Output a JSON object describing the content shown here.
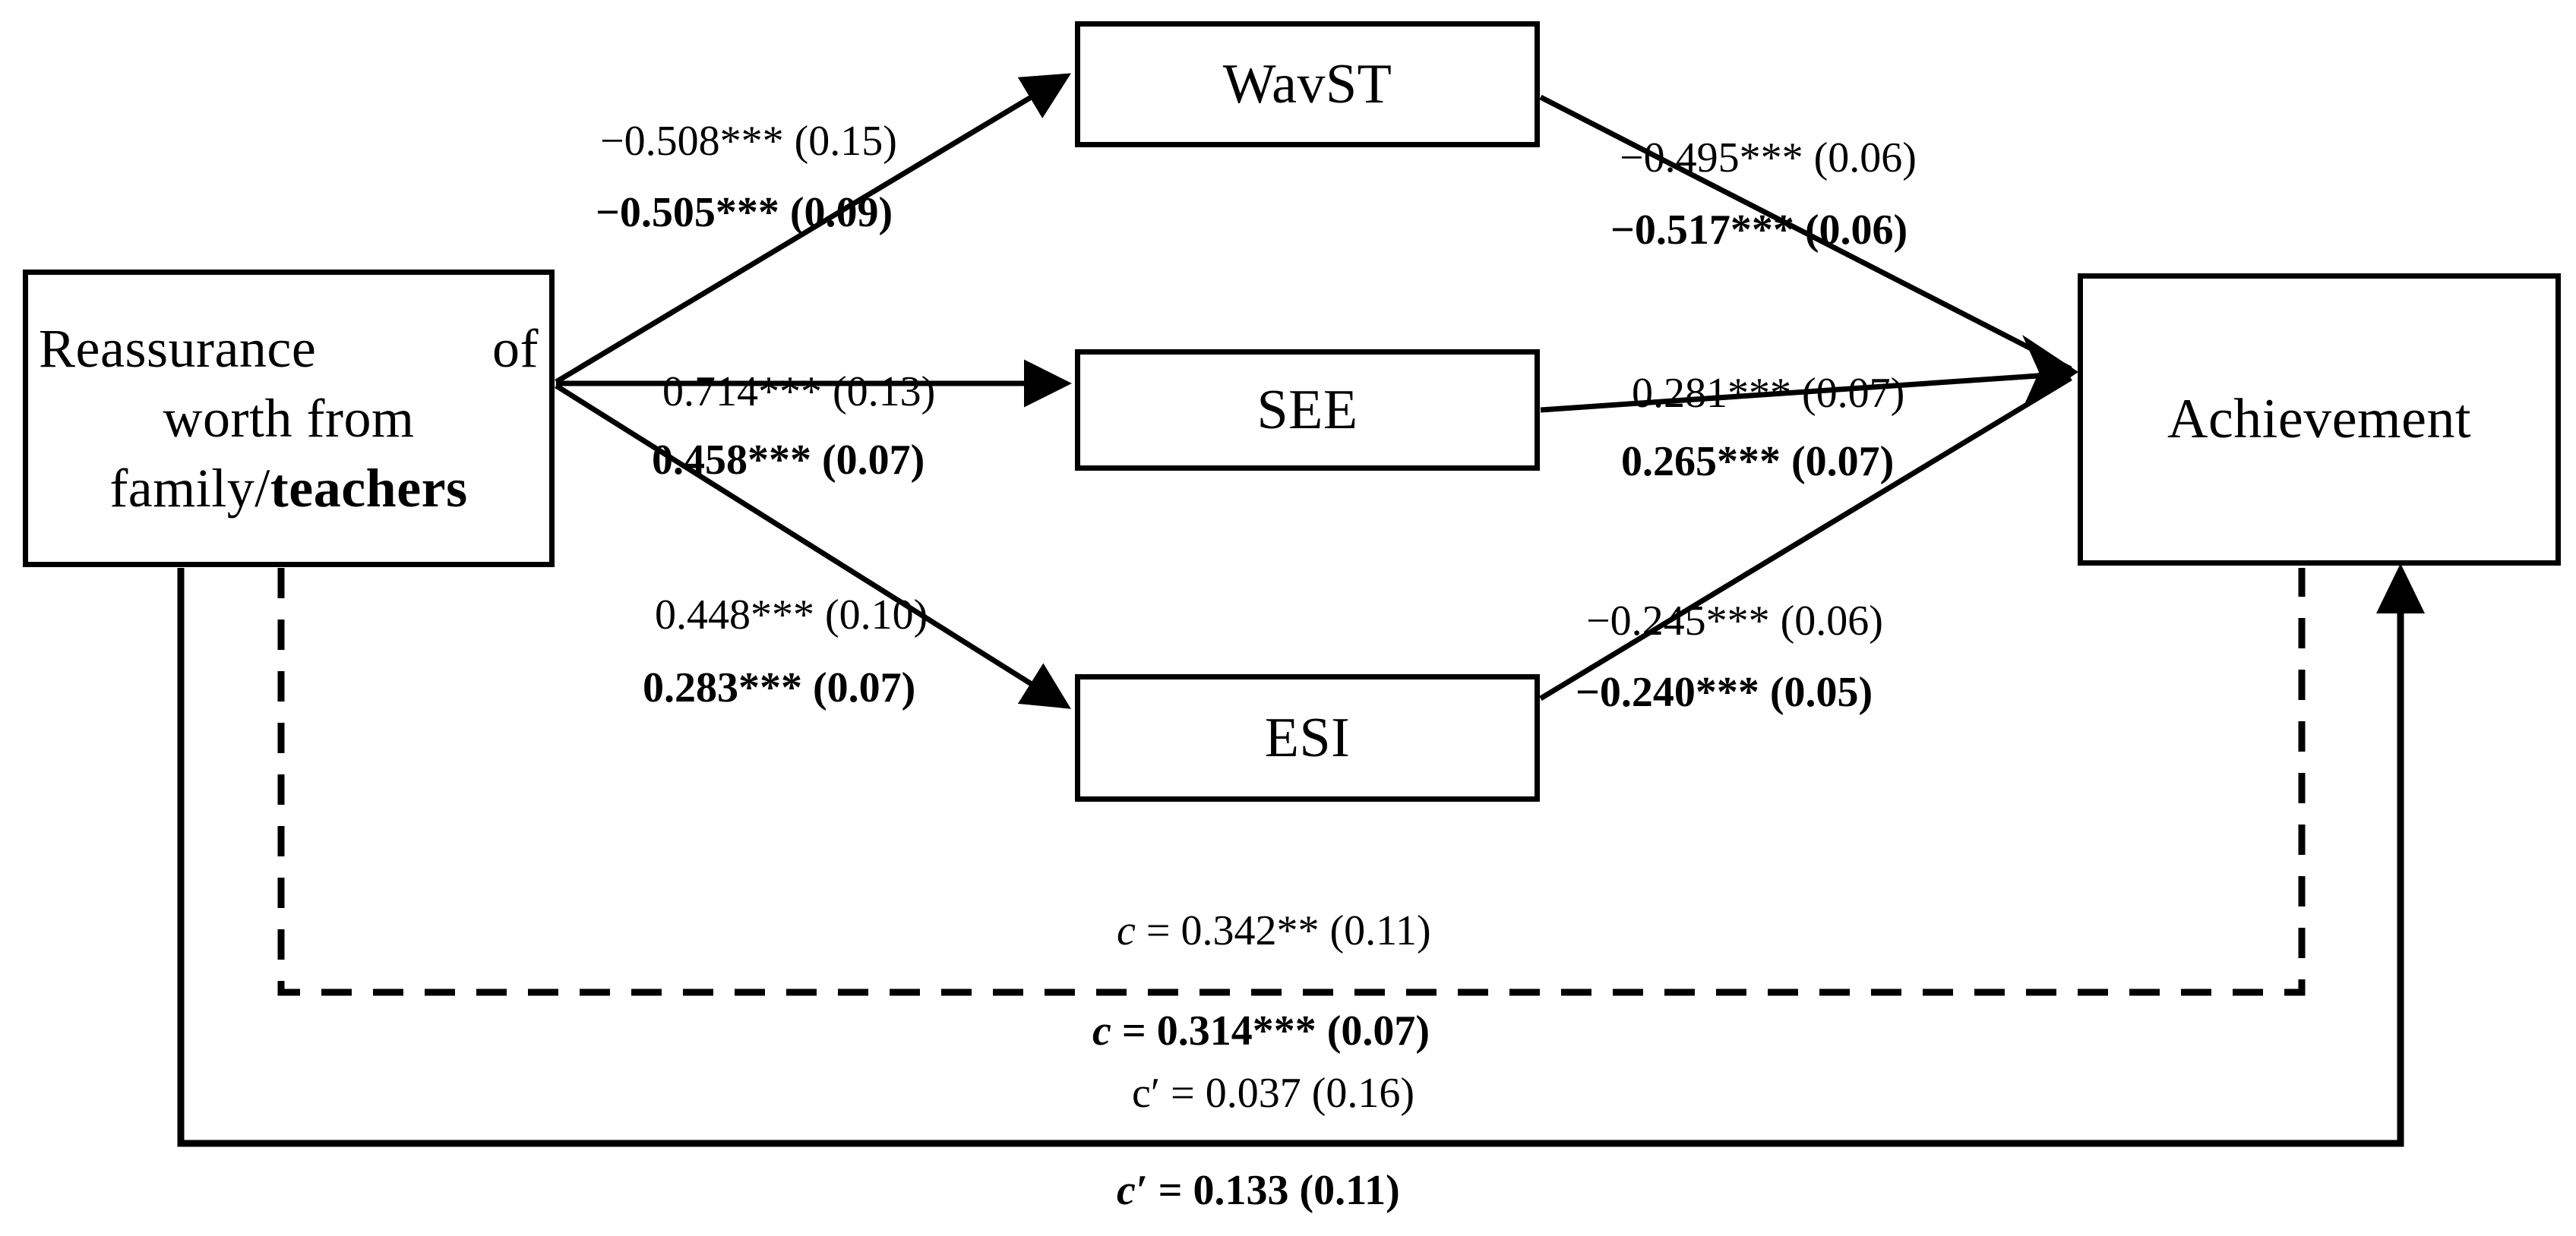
{
  "diagram": {
    "type": "path-analysis-mediation-diagram",
    "nodes": {
      "source": {
        "line1": "Reassurance  of",
        "line2": "worth from",
        "line3_regular": "family/",
        "line3_bold": "teachers"
      },
      "mediator_top": {
        "label": "WavST"
      },
      "mediator_mid": {
        "label": "SEE"
      },
      "mediator_bot": {
        "label": "ESI"
      },
      "outcome": {
        "label": "Achievement"
      }
    },
    "paths": {
      "source_to_wavst": {
        "sample1": "−0.508*** (0.15)",
        "sample2": "−0.505*** (0.09)"
      },
      "wavst_to_achievement": {
        "sample1": "−0.495*** (0.06)",
        "sample2": "−0.517*** (0.06)"
      },
      "source_to_see": {
        "sample1": "0.714*** (0.13)",
        "sample2": "0.458*** (0.07)"
      },
      "see_to_achievement": {
        "sample1": "0.281*** (0.07)",
        "sample2": "0.265*** (0.07)"
      },
      "source_to_esi": {
        "sample1": "0.448*** (0.10)",
        "sample2": "0.283*** (0.07)"
      },
      "esi_to_achievement": {
        "sample1": "−0.245*** (0.06)",
        "sample2": "−0.240*** (0.05)"
      },
      "total_effect_c": {
        "symbol1": "c",
        "sample1": " = 0.342** (0.11)",
        "symbol2": "c",
        "sample2": " = 0.314*** (0.07)"
      },
      "direct_effect_c_prime": {
        "symbol1": "c′",
        "sample1": " = 0.037 (0.16)",
        "symbol2": "c′",
        "sample2": " = 0.133 (0.11)"
      }
    },
    "colors": {
      "stroke": "#000000",
      "background": "#ffffff"
    }
  }
}
